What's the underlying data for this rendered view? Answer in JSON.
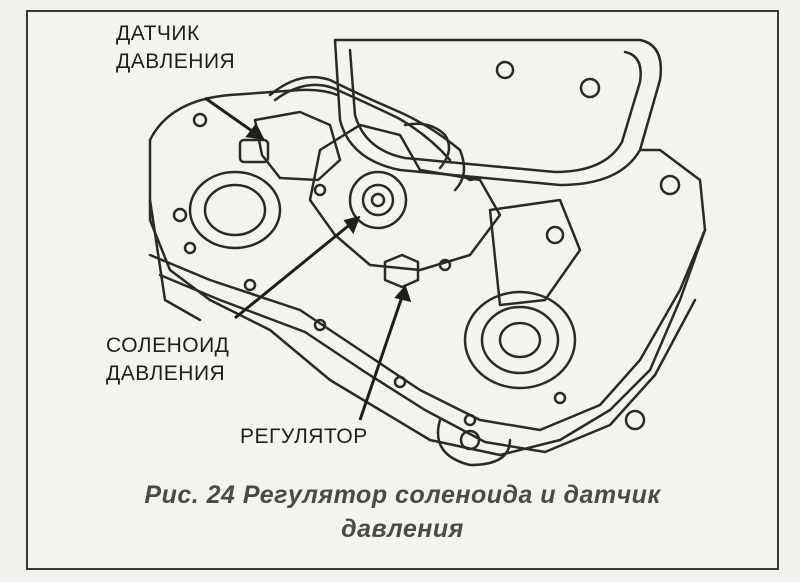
{
  "figure": {
    "labels": {
      "sensor_line1": "ДАТЧИК",
      "sensor_line2": "ДАВЛЕНИЯ",
      "solenoid_line1": "СОЛЕНОИД",
      "solenoid_line2": "ДАВЛЕНИЯ",
      "regulator": "РЕГУЛЯТОР"
    },
    "caption_line1": "Рис. 24 Регулятор соленоида и датчик",
    "caption_line2": "давления"
  }
}
